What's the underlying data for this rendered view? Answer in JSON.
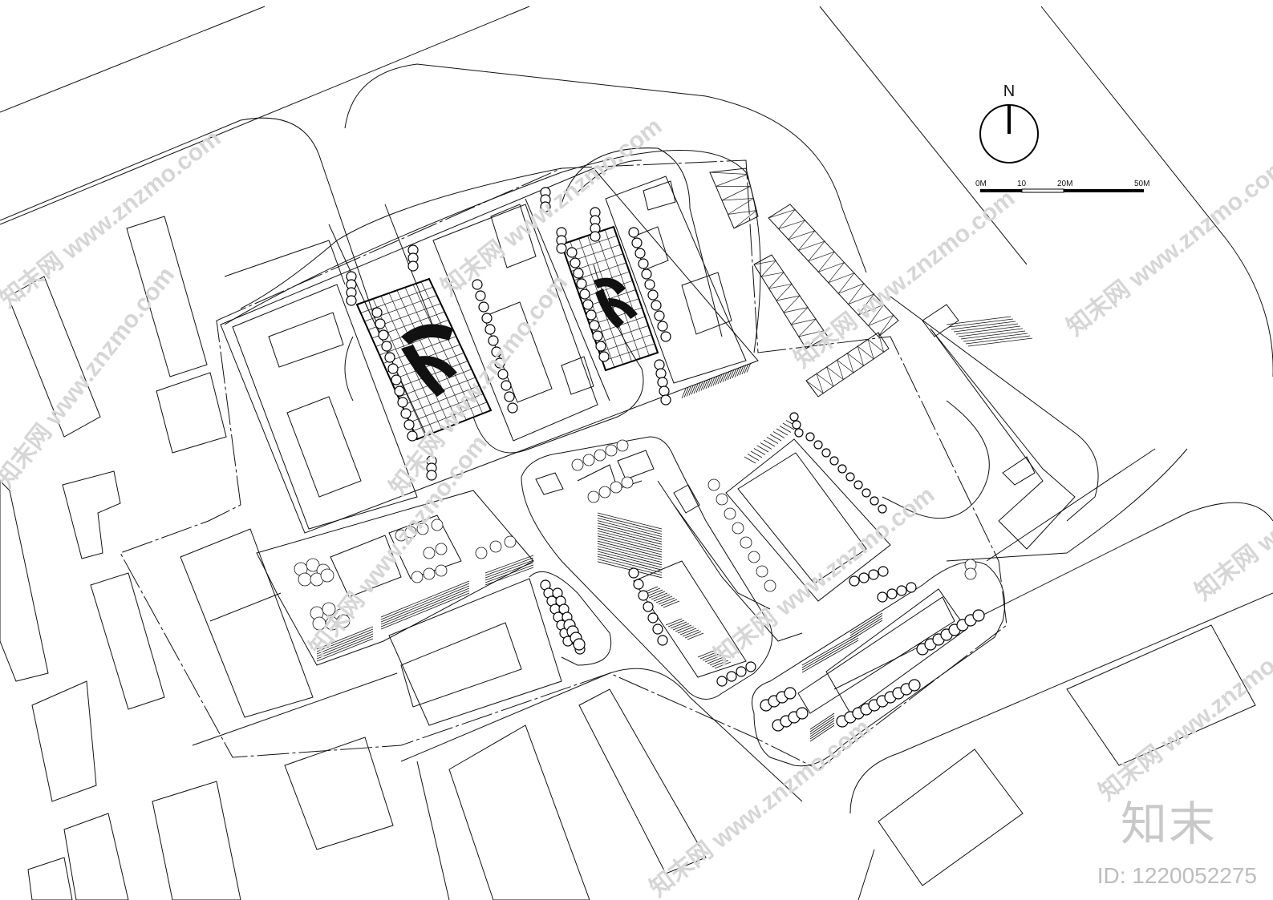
{
  "compass": {
    "north_label": "N"
  },
  "scale_bar": {
    "ticks": [
      "0M",
      "10",
      "20M",
      "50M"
    ]
  },
  "watermark": {
    "text": "知末网 www.znzmo.com"
  },
  "brand": {
    "logo_text": "知末",
    "id_text": "ID: 1220052275"
  }
}
